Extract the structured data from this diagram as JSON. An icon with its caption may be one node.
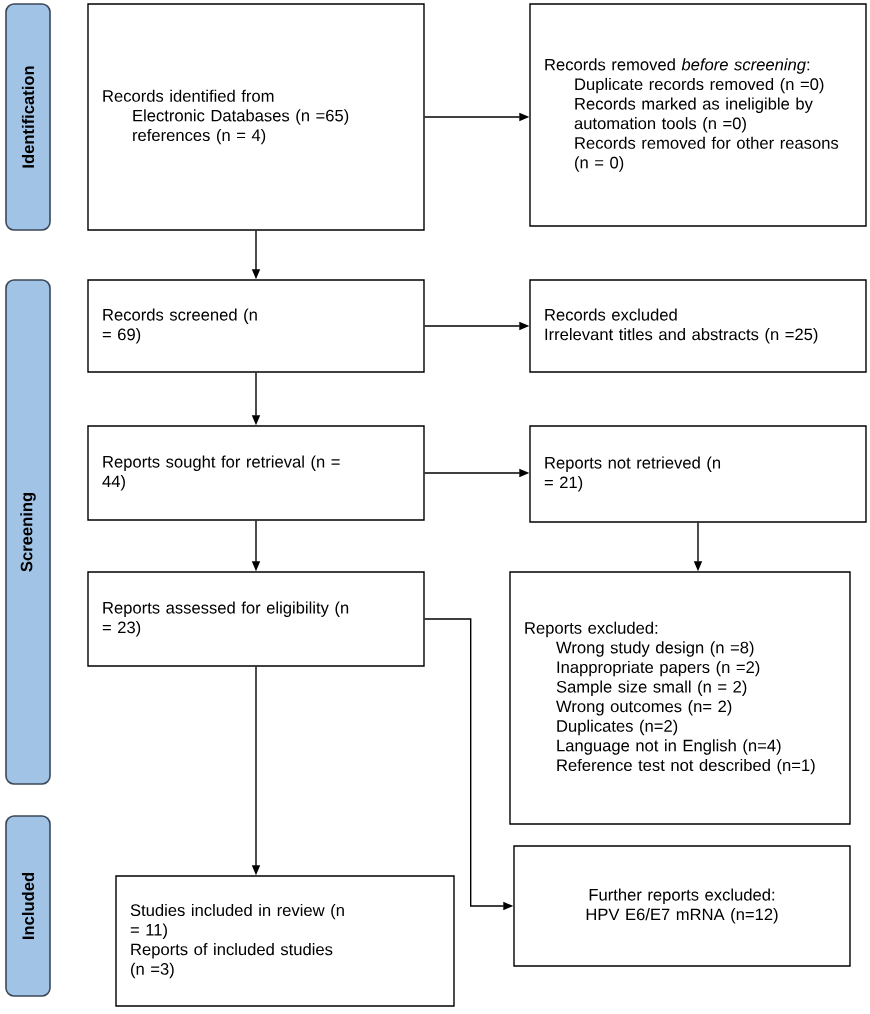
{
  "diagram": {
    "nodes": [
      {
        "text": [
          "Identification"
        ]
      },
      {
        "text": [
          "Screening"
        ]
      },
      {
        "text": [
          "Included"
        ]
      },
      {
        "text": [
          "Records identified from",
          "Electronic Databases (n =65)",
          "references (n = 4)"
        ]
      },
      {
        "text": [
          "Records removed *before screening*:",
          "Duplicate records removed (n =0)",
          "Records marked as ineligible by automation tools (n =0)",
          "Records removed for other reasons (n = 0)"
        ]
      },
      {
        "text": [
          "Records screened (n = 69)"
        ]
      },
      {
        "text": [
          "Records excluded",
          "Irrelevant titles and abstracts (n =25)"
        ]
      },
      {
        "text": [
          "Reports sought for retrieval (n = 44)"
        ]
      },
      {
        "text": [
          "Reports not retrieved (n = 21)"
        ]
      },
      {
        "text": [
          "Reports assessed for eligibility (n = 23)"
        ]
      },
      {
        "text": [
          "Reports excluded:",
          "Wrong study design (n =8)",
          "Inappropriate papers (n =2)",
          "Sample size small (n = 2)",
          "Wrong outcomes (n= 2)",
          "Duplicates (n=2)",
          "Language not in English (n=4)",
          "Reference test not described (n=1)"
        ]
      },
      {
        "text": [
          "Studies included in review (n = 11)",
          "Reports of included studies (n =3)"
        ]
      },
      {
        "text": [
          "Further reports excluded:",
          "HPV E6/E7 mRNA (n=12)"
        ]
      }
    ],
    "edges": [
      {
        "from": 3,
        "to": 4,
        "arrow": "to"
      },
      {
        "from": 3,
        "to": 5,
        "arrow": "to"
      },
      {
        "from": 5,
        "to": 6,
        "arrow": "to"
      },
      {
        "from": 5,
        "to": 7,
        "arrow": "to"
      },
      {
        "from": 7,
        "to": 8,
        "arrow": "to"
      },
      {
        "from": 7,
        "to": 9,
        "arrow": "to"
      },
      {
        "from": 8,
        "to": 10,
        "arrow": "to"
      },
      {
        "from": 9,
        "to": 11,
        "arrow": "to"
      },
      {
        "from": 9,
        "to": 12,
        "arrow": "to"
      }
    ]
  }
}
